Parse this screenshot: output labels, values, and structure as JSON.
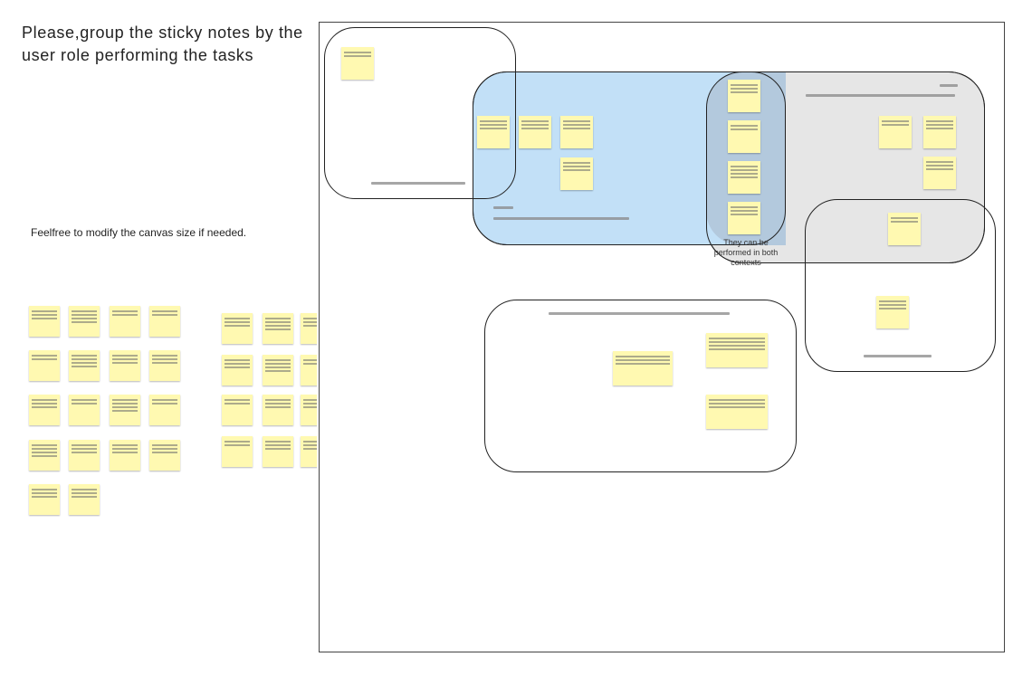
{
  "instructions": {
    "title": "Please,group the sticky notes by the user role performing the tasks",
    "note": "Feelfree to modify the canvas size if needed."
  },
  "canvas": {
    "overlap_caption": "They can be performed in both contexts"
  },
  "colors": {
    "sticky": "#fff9b1",
    "blue_group": "#c2e0f7",
    "gray_group": "#e6e6e6",
    "border": "#222222"
  }
}
